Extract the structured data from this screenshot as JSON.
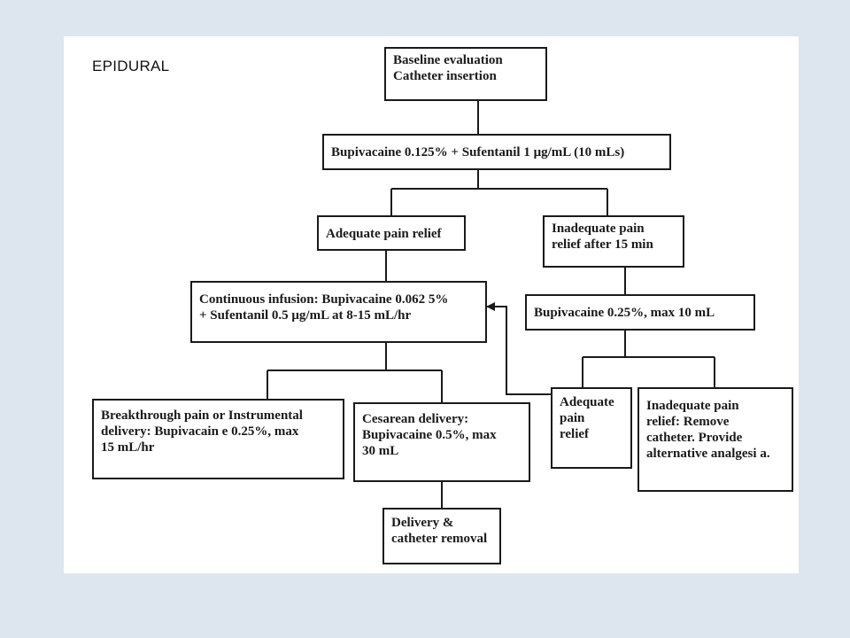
{
  "slide": {
    "title": "EPIDURAL"
  },
  "flowchart": {
    "nodes": {
      "baseline": [
        "Baseline evaluation",
        "Catheter insertion"
      ],
      "initial_dose": [
        "Bupivacaine 0.125% + Sufentanil 1 μg/mL (10 mLs)"
      ],
      "adequate_relief": [
        "Adequate pain relief"
      ],
      "inadequate_relief_15": [
        "Inadequate pain",
        "relief after 15 min"
      ],
      "continuous_infusion": [
        "Continuous infusion: Bupivacaine 0.062 5%",
        "+ Sufentanil 0.5 μg/mL at 8-15 mL/hr"
      ],
      "bupi_025": [
        "Bupivacaine 0.25%, max 10 mL"
      ],
      "breakthrough": [
        "Breakthrough pain or Instrumental",
        "delivery: Bupivacain e 0.25%, max",
        "15 mL/hr"
      ],
      "cesarean": [
        "Cesarean delivery:",
        "Bupivacaine 0.5%, max",
        "30 mL"
      ],
      "adequate_relief_2": [
        "Adequate",
        "pain",
        "relief"
      ],
      "inadequate_remove": [
        "Inadequate pain",
        "relief: Remove",
        "catheter. Provide",
        "alternative analgesi a."
      ],
      "delivery_removal": [
        "Delivery &",
        "catheter removal"
      ]
    }
  }
}
